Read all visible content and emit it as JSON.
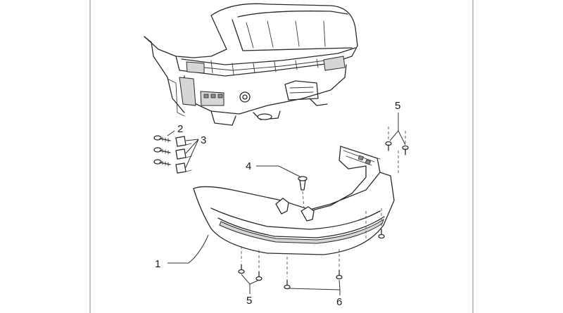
{
  "callouts": {
    "c1": "1",
    "c2": "2",
    "c3": "3",
    "c4": "4",
    "c5_top": "5",
    "c5_bottom": "5",
    "c6": "6"
  }
}
